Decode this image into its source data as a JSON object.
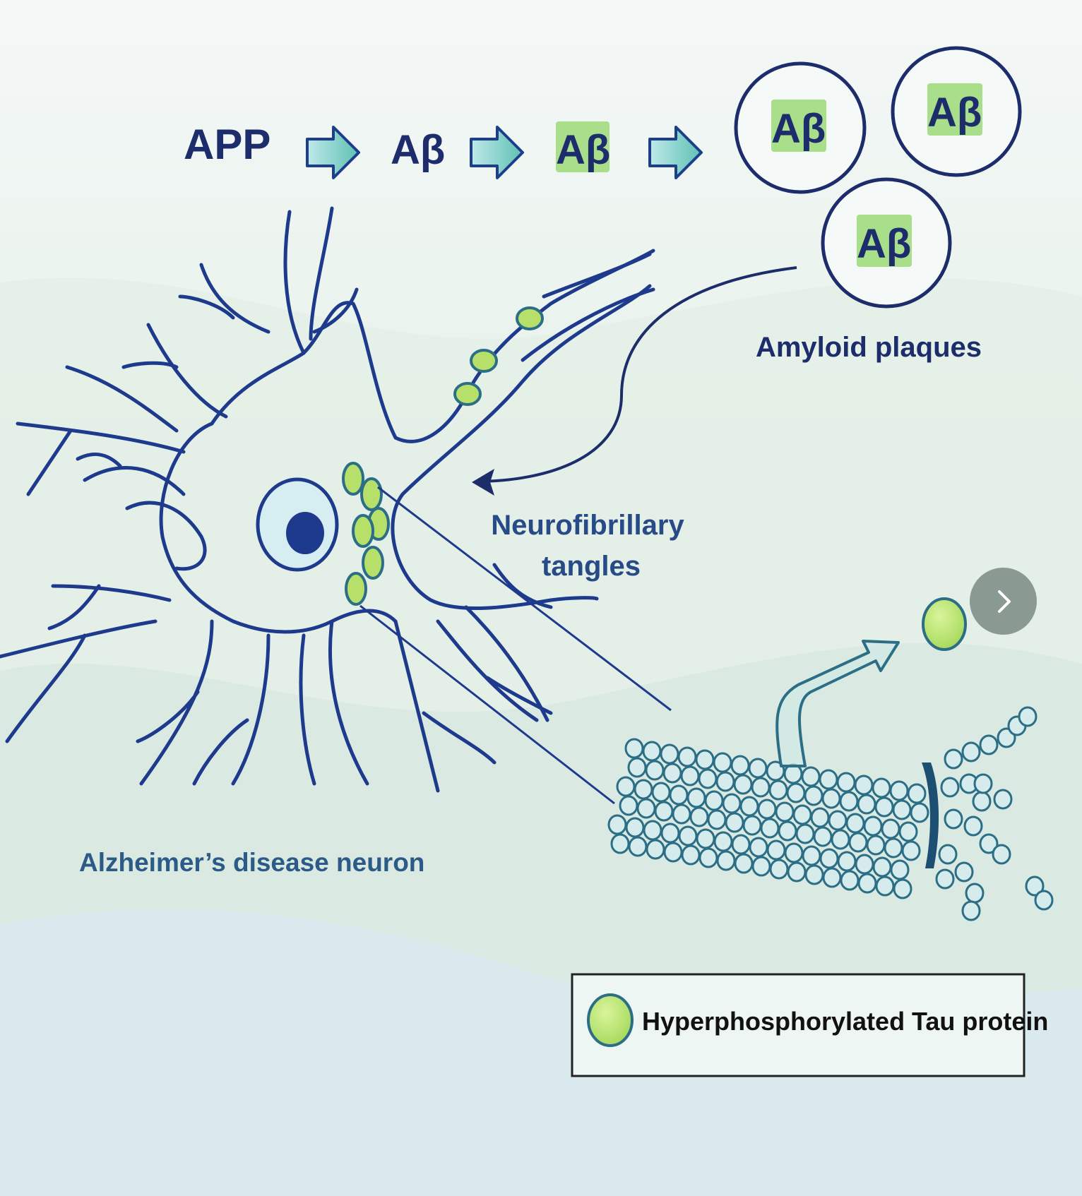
{
  "flow": {
    "app": "APP",
    "ab1": "Aβ",
    "ab2": "Aβ"
  },
  "plaques": {
    "items": [
      "Aβ",
      "Aβ",
      "Aβ"
    ],
    "label": "Amyloid plaques"
  },
  "neuron": {
    "caption": "Alzheimer’s disease neuron",
    "tangles_line1": "Neurofibrillary",
    "tangles_line2": "tangles"
  },
  "legend": {
    "tau_label": "Hyperphosphorylated Tau protein"
  },
  "colors": {
    "outline": "#1d2d6b",
    "tau_green": "#b6e06a",
    "ab_box": "#a9df8a",
    "arrow_fill": "#7fcfc6",
    "microtubule": "#2c6e86"
  },
  "controls": {
    "next_icon": "chevron-right-icon"
  }
}
